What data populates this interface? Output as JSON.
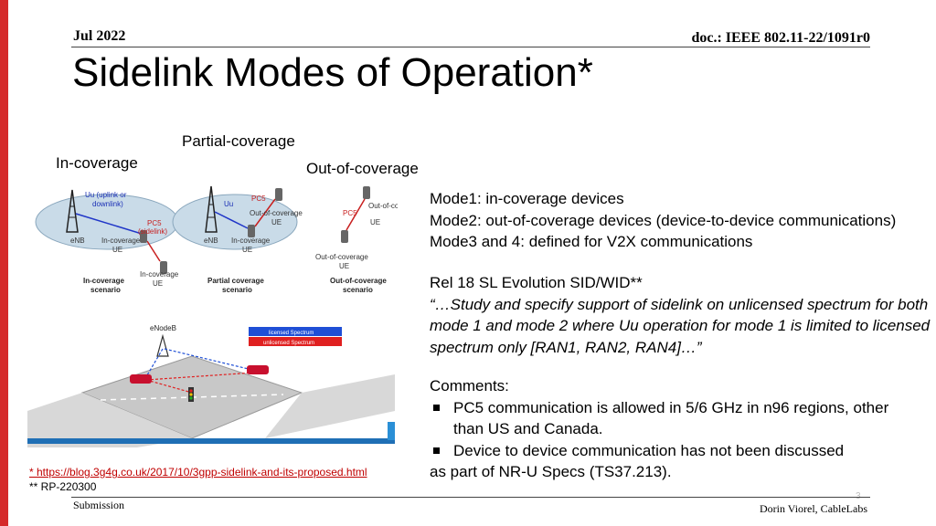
{
  "header": {
    "date": "Jul 2022",
    "doc": "doc.: IEEE 802.11-22/1091r0"
  },
  "title": "Sidelink Modes of Operation*",
  "coverage_labels": {
    "in": "In-coverage",
    "partial": "Partial-coverage",
    "out": "Out-of-coverage"
  },
  "figure_top": {
    "panel1": {
      "uu": "Uu (uplink or",
      "uu2": "downlink)",
      "enb": "eNB",
      "pc5": "PC5",
      "pc5b": "(sidelink)",
      "ue1": "In-coverage",
      "ue1b": "UE",
      "ue2": "In-coverage",
      "ue2b": "UE",
      "caption1": "In-coverage",
      "caption2": "scenario"
    },
    "panel2": {
      "uu": "Uu",
      "pc5": "PC5",
      "out": "Out-of-coverage",
      "outue": "UE",
      "enb": "eNB",
      "in": "In-coverage",
      "inue": "UE",
      "caption1": "Partial coverage",
      "caption2": "scenario"
    },
    "panel3": {
      "out1": "Out-of-coverage",
      "out1ue": "UE",
      "pc5": "PC5",
      "out2": "Out-of-coverage",
      "out2ue": "UE",
      "caption1": "Out-of-coverage",
      "caption2": "scenario"
    }
  },
  "figure_bottom": {
    "enodeb": "eNodeB",
    "legend1": "licensed Spectrum",
    "legend2": "unlicensed Spectrum"
  },
  "modes": [
    "Mode1: in-coverage devices",
    "Mode2: out-of-coverage devices (device-to-device communications)",
    "Mode3 and 4: defined for V2X communications"
  ],
  "rel18": {
    "heading": "Rel 18 SL Evolution SID/WID**",
    "quote": "“…Study and specify support of sidelink on unlicensed spectrum for both mode 1 and mode 2 where Uu operation for mode 1 is limited to licensed spectrum only [RAN1, RAN2, RAN4]…”"
  },
  "comments": {
    "heading": "Comments:",
    "bullets": [
      "PC5 communication is allowed in 5/6 GHz in n96 regions, other than US and Canada.",
      "Device to device communication has not been discussed"
    ],
    "tail": "as part of NR-U Specs (TS37.213)."
  },
  "references": {
    "ref1": "* https://blog.3g4g.co.uk/2017/10/3gpp-sidelink-and-its-proposed.html",
    "ref2": "** RP-220300"
  },
  "footer": {
    "submission": "Submission",
    "author": "Dorin Viorel, CableLabs",
    "page": "3"
  },
  "colors": {
    "accent_bar": "#d52b2b",
    "link": "#c00000",
    "ellipse": "#c9dbe8",
    "licensed": "#1f4fd6",
    "unlicensed": "#e02020"
  }
}
